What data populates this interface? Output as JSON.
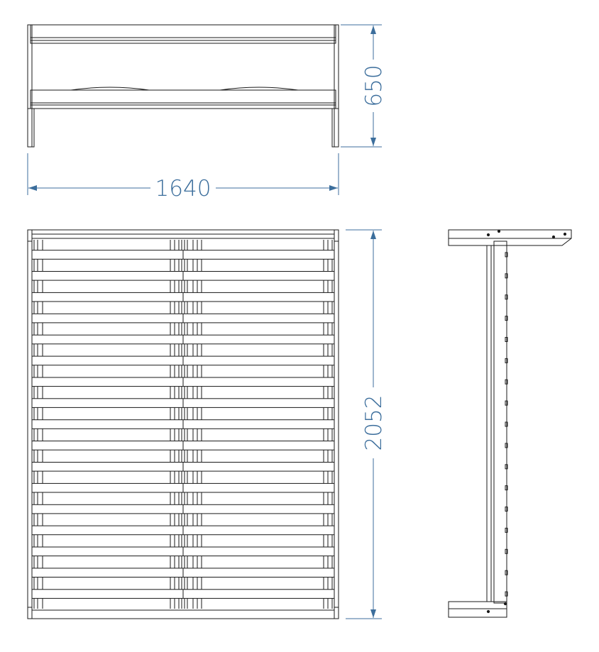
{
  "colors": {
    "line": "#1a1a1a",
    "dimension": "#3c6e9c",
    "background": "#ffffff"
  },
  "dimensions": {
    "width": "1640",
    "height": "650",
    "length": "2052"
  },
  "slat_count": 17
}
